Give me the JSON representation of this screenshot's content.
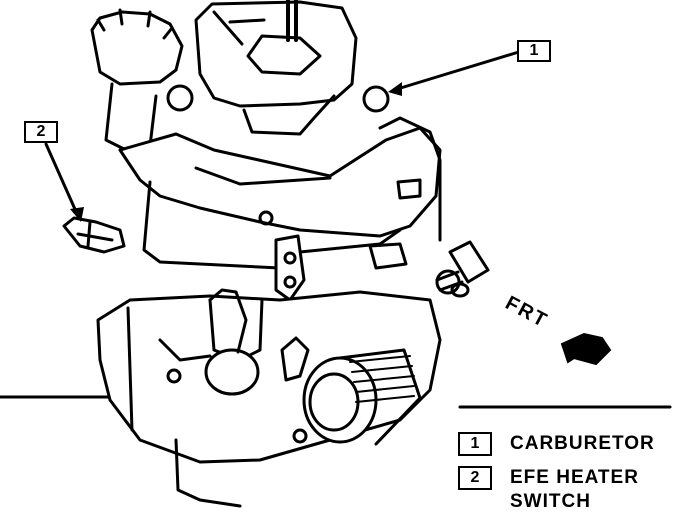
{
  "callouts": [
    {
      "number": "1"
    },
    {
      "number": "2"
    }
  ],
  "direction_label": "FRT",
  "legend": [
    {
      "number": "1",
      "text": "CARBURETOR"
    },
    {
      "number": "2",
      "text": "EFE HEATER\nSWITCH"
    }
  ]
}
